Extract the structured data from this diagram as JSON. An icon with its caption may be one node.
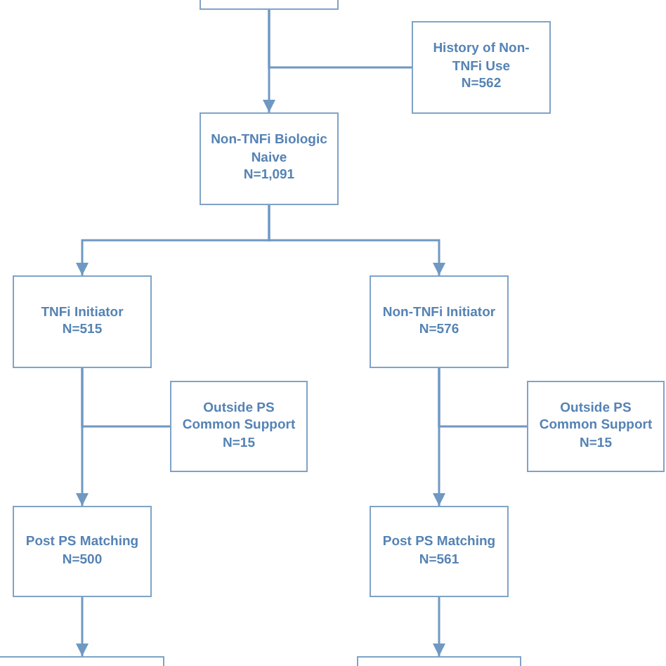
{
  "diagram": {
    "nodes": [
      {
        "text": [],
        "shape": "box"
      },
      {
        "text": [
          "History of Non-TNFi Use",
          "N=562"
        ]
      },
      {
        "text": [
          "Non-TNFi Biologic Naive",
          "N=1,091"
        ]
      },
      {
        "text": [
          "TNFi Initiator",
          "N=515"
        ]
      },
      {
        "text": [
          "Non-TNFi Initiator",
          "N=576"
        ]
      },
      {
        "text": [
          "Outside PS Common Support",
          "N=15"
        ]
      },
      {
        "text": [
          "Outside PS Common Support",
          "N=15"
        ]
      },
      {
        "text": [
          "Post PS Matching",
          "N=500"
        ]
      },
      {
        "text": [
          "Post PS Matching",
          "N=561"
        ]
      },
      {
        "text": [],
        "shape": "box"
      },
      {
        "text": [],
        "shape": "box"
      }
    ],
    "edges": [
      {
        "from": 0,
        "to": 2,
        "arrow": "to"
      },
      {
        "from": 0,
        "to": 1,
        "arrow": "none"
      },
      {
        "from": 2,
        "to": 3,
        "arrow": "to"
      },
      {
        "from": 2,
        "to": 4,
        "arrow": "to"
      },
      {
        "from": 3,
        "to": 7,
        "arrow": "to"
      },
      {
        "from": 3,
        "to": 5,
        "arrow": "none"
      },
      {
        "from": 4,
        "to": 8,
        "arrow": "to"
      },
      {
        "from": 4,
        "to": 6,
        "arrow": "none"
      },
      {
        "from": 7,
        "to": 9,
        "arrow": "to"
      },
      {
        "from": 8,
        "to": 10,
        "arrow": "to"
      }
    ]
  }
}
